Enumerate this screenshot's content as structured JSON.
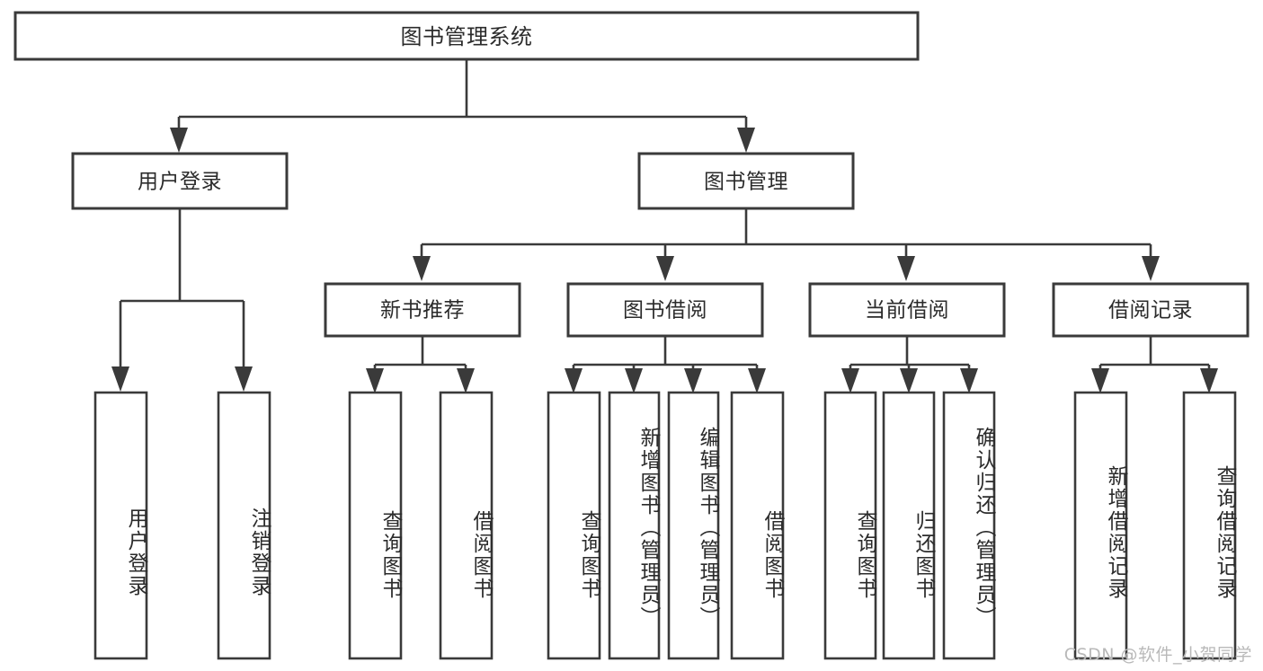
{
  "diagram": {
    "type": "tree-hierarchy",
    "title": "图书管理系统",
    "orientation": "top-down",
    "watermark": "CSDN @软件_小贺同学",
    "colors": {
      "stroke": "#3a3a3a",
      "box_fill": "#ffffff",
      "text": "#2b2b2b",
      "background": "#ffffff",
      "watermark": "#b9b9b9"
    },
    "levels": {
      "root": {
        "label": "图书管理系统"
      },
      "level2": [
        {
          "id": "user-login",
          "label": "用户登录"
        },
        {
          "id": "book-manage",
          "label": "图书管理"
        }
      ],
      "level3": [
        {
          "id": "new-book-rec",
          "label": "新书推荐",
          "parent": "book-manage"
        },
        {
          "id": "book-borrow",
          "label": "图书借阅",
          "parent": "book-manage"
        },
        {
          "id": "current-borrow",
          "label": "当前借阅",
          "parent": "book-manage"
        },
        {
          "id": "borrow-record",
          "label": "借阅记录",
          "parent": "book-manage"
        }
      ],
      "leaves": [
        {
          "id": "leaf-user-login",
          "label": "用户登录",
          "parent": "user-login"
        },
        {
          "id": "leaf-logout",
          "label": "注销登录",
          "parent": "user-login"
        },
        {
          "id": "leaf-query-book-1",
          "label": "查询图书",
          "parent": "new-book-rec"
        },
        {
          "id": "leaf-borrow-book-1",
          "label": "借阅图书",
          "parent": "new-book-rec"
        },
        {
          "id": "leaf-query-book-2",
          "label": "查询图书",
          "parent": "book-borrow"
        },
        {
          "id": "leaf-add-book",
          "label": "新增图书（管理员）",
          "parent": "book-borrow"
        },
        {
          "id": "leaf-edit-book",
          "label": "编辑图书（管理员）",
          "parent": "book-borrow"
        },
        {
          "id": "leaf-borrow-book-2",
          "label": "借阅图书",
          "parent": "book-borrow"
        },
        {
          "id": "leaf-query-book-3",
          "label": "查询图书",
          "parent": "current-borrow"
        },
        {
          "id": "leaf-return-book",
          "label": "归还图书",
          "parent": "current-borrow"
        },
        {
          "id": "leaf-confirm-return",
          "label": "确认归还（管理员）",
          "parent": "current-borrow"
        },
        {
          "id": "leaf-add-record",
          "label": "新增借阅记录",
          "parent": "borrow-record"
        },
        {
          "id": "leaf-query-record",
          "label": "查询借阅记录",
          "parent": "borrow-record"
        }
      ]
    }
  }
}
